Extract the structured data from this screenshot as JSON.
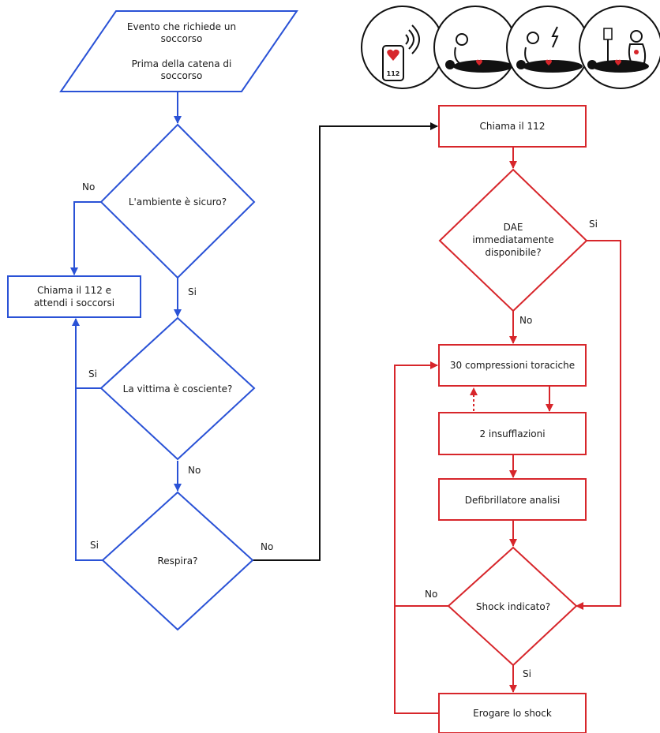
{
  "colors": {
    "blue": "#2a52d6",
    "red": "#d7262b",
    "black": "#111111",
    "text": "#1a1a1a"
  },
  "nodes": {
    "start": [
      "Evento che richiede un",
      "soccorso",
      "",
      "Prima della catena di",
      "soccorso"
    ],
    "safe": [
      "L'ambiente è sicuro?"
    ],
    "call_wait": [
      "Chiama il 112 e",
      "attendi i soccorsi"
    ],
    "conscious": [
      "La vittima è cosciente?"
    ],
    "breathes": [
      "Respira?"
    ],
    "call112": [
      "Chiama il 112"
    ],
    "dae": [
      "DAE",
      "immediatamente",
      "disponibile?"
    ],
    "compressions": [
      "30 compressioni toraciche"
    ],
    "insufflations": [
      "2 insufflazioni"
    ],
    "analysis": [
      "Defibrillatore analisi"
    ],
    "shock_q": [
      "Shock indicato?"
    ],
    "deliver": [
      "Erogare lo shock"
    ]
  },
  "edge_labels": {
    "safe_no": "No",
    "safe_si": "Si",
    "conscious_si": "Si",
    "conscious_no": "No",
    "breathes_si": "Si",
    "breathes_no": "No",
    "dae_si": "Si",
    "dae_no": "No",
    "shock_no": "No",
    "shock_si": "Si"
  },
  "phone_label": "112",
  "icons": [
    "phone-112-icon",
    "cpr-compressions-icon",
    "defibrillator-icon",
    "hospital-care-icon"
  ]
}
